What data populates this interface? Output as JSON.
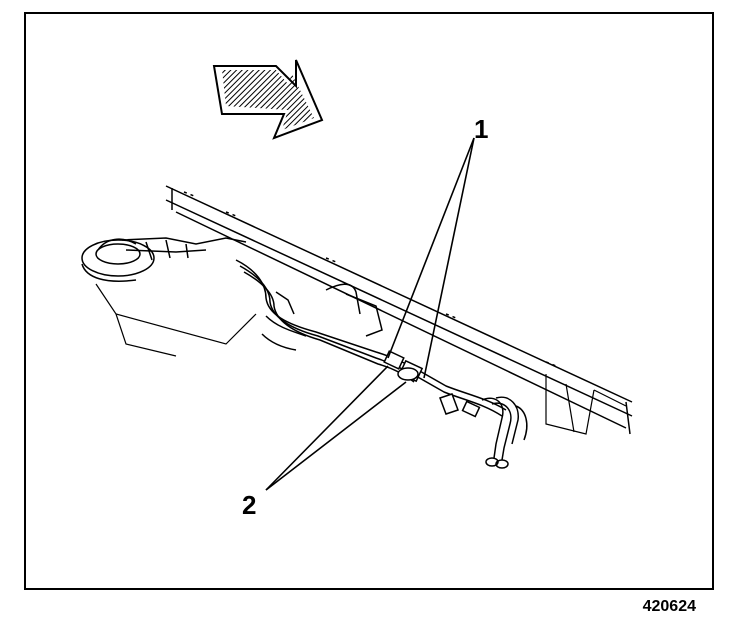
{
  "diagram": {
    "callouts": {
      "one": "1",
      "two": "2"
    },
    "figure_id": "420624",
    "ink_color": "#000000",
    "paper_color": "#ffffff",
    "icons": [
      "direction-arrow-icon"
    ]
  }
}
